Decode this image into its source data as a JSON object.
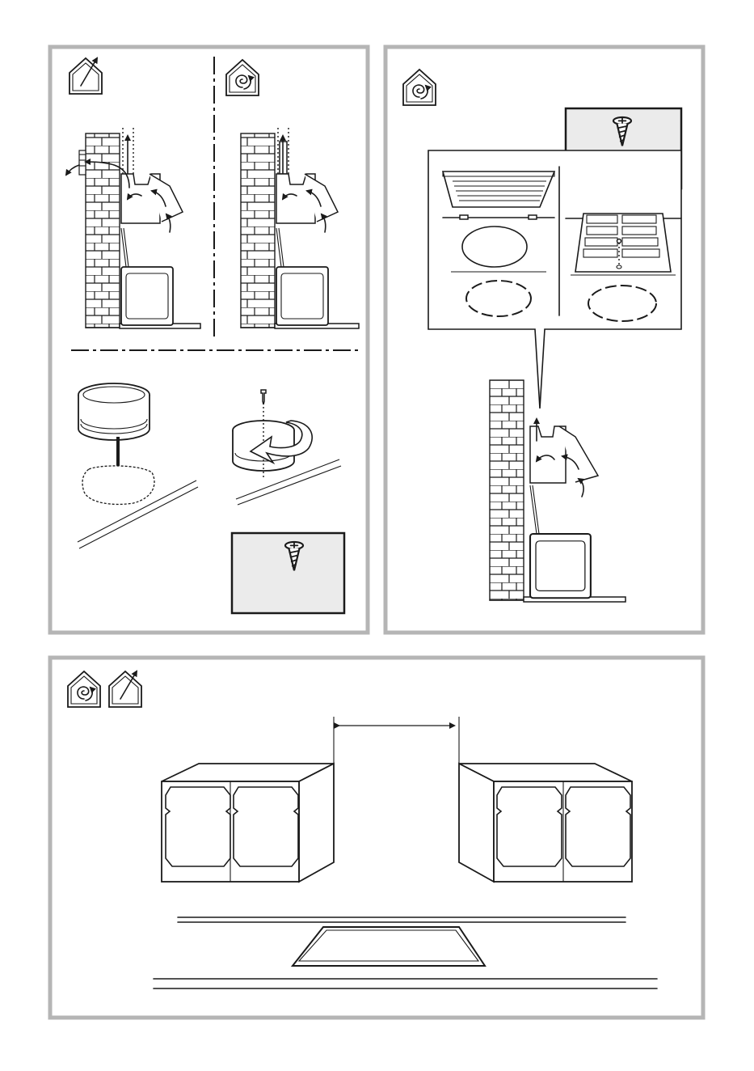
{
  "figure": {
    "panels": [
      {
        "id": "panel-ducted-recirc-install",
        "icons": [
          "outdoor-exhaust-house-icon",
          "recirculation-house-icon"
        ]
      },
      {
        "id": "panel-recirculation-filter",
        "icons": [
          "recirculation-house-icon"
        ]
      },
      {
        "id": "panel-cabinet-spacing",
        "icons": [
          "recirculation-house-icon",
          "outdoor-exhaust-house-icon"
        ]
      }
    ],
    "colors": {
      "frame": "#b5b5b5",
      "line": "#1a1a1a",
      "screw_box": "#ebebeb"
    }
  }
}
